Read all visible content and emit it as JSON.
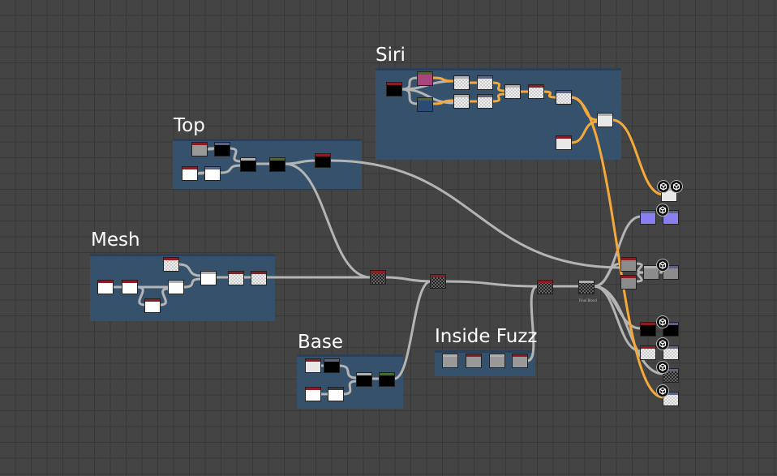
{
  "frames": {
    "siri": {
      "title": "Siri"
    },
    "top": {
      "title": "Top"
    },
    "mesh": {
      "title": "Mesh"
    },
    "base": {
      "title": "Base"
    },
    "inside_fuzz": {
      "title": "Inside Fuzz"
    }
  },
  "nodes": {
    "final_blend": {
      "label": "Final Blend"
    }
  },
  "colors": {
    "frame": "#36526f",
    "wire": "#b4b4b4",
    "wire_active": "#f4a93a",
    "background": "#424242"
  }
}
